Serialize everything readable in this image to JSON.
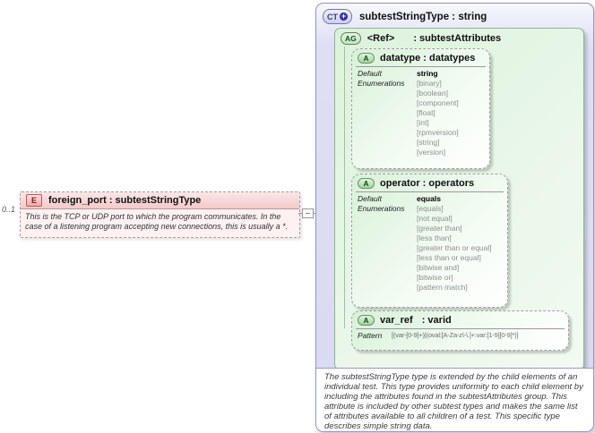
{
  "element": {
    "cardinality": "0..1",
    "badge": "E",
    "title": "foreign_port : subtestStringType",
    "annotation": "This is the TCP or UDP port to which the program communicates.  In the case of a listening program accepting new connections, this is usually a *."
  },
  "complex_type": {
    "badge": "CT",
    "plus_icon": "+",
    "title": "subtestStringType : string",
    "documentation": "The subtestStringType type is extended by the child elements of an individual test.  This type provides uniformity to each child element by including the attributes found in the subtestAttributes group.  This attribute is included by other subtest types and makes the same list of attributes available to all children of a test.  This specific type describes simple string data."
  },
  "attribute_group": {
    "badge": "AG",
    "name": "<Ref>",
    "type": ": subtestAttributes"
  },
  "attributes": {
    "datatype": {
      "badge": "A",
      "title": "datatype : datatypes",
      "default_label": "Default",
      "default_value": "string",
      "enum_label": "Enumerations",
      "enums": [
        "[binary]",
        "[boolean]",
        "[component]",
        "[float]",
        "[int]",
        "[rpmversion]",
        "[string]",
        "[version]"
      ]
    },
    "operator": {
      "badge": "A",
      "title": "operator : operators",
      "default_label": "Default",
      "default_value": "equals",
      "enum_label": "Enumerations",
      "enums": [
        "[equals]",
        "[not equal]",
        "[greater than]",
        "[less than]",
        "[greater than or equal]",
        "[less than or equal]",
        "[bitwise and]",
        "[bitwise or]",
        "[pattern match]"
      ]
    },
    "var_ref": {
      "badge": "A",
      "name": "var_ref",
      "type": ": varid",
      "pattern_label": "Pattern",
      "pattern_value": "[(var-[0-9]+)|(oval:[A-Za-z\\-\\.]+:var:[1-9][0-9]*)]"
    }
  }
}
